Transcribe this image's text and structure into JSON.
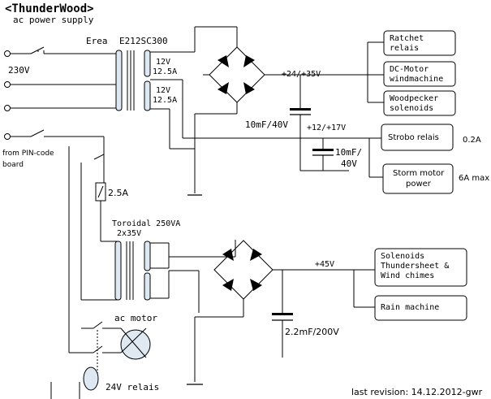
{
  "title": "<ThunderWood>",
  "subtitle": "ac power supply",
  "mains": {
    "voltage": "230V",
    "pin_label": "from PIN-code board",
    "pin_label_line1": "from PIN-code",
    "pin_label_line2": "board"
  },
  "transformer1": {
    "brand": "Erea",
    "model": "E212SC300",
    "sec1_v": "12V",
    "sec1_a": "12.5A",
    "sec2_v": "12V",
    "sec2_a": "12.5A"
  },
  "rail1": {
    "voltage": "+24/+35V",
    "cap": "10mF/40V"
  },
  "rail2": {
    "voltage": "+12/+17V",
    "cap_line1": "10mF/",
    "cap_line2": "40V"
  },
  "fuse": "2.5A",
  "transformer2": {
    "name": "Toroidal 250VA",
    "secondary": "2x35V"
  },
  "rail3": {
    "voltage": "+45V",
    "cap": "2.2mF/200V"
  },
  "loads": [
    {
      "line1": "Ratchet",
      "line2": "relais"
    },
    {
      "line1": "DC-Motor",
      "line2": "windmachine"
    },
    {
      "line1": "Woodpecker",
      "line2": "solenoids"
    },
    {
      "line1": "Strobo relais",
      "note": "0.2A"
    },
    {
      "line1": "Storm motor",
      "line2": "power",
      "note": "6A max"
    },
    {
      "line1": "Solenoids",
      "line2": "Thundersheet &",
      "line3": "Wind chimes"
    },
    {
      "line1": "Rain machine"
    }
  ],
  "ac_motor": "ac motor",
  "relays": "24V relais",
  "revision": "last revision: 14.12.2012-gwr"
}
